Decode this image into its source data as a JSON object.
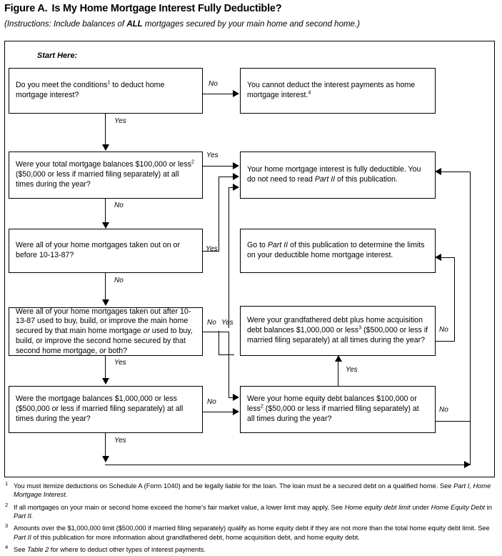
{
  "header": {
    "figure_label": "Figure A.",
    "title": "Is My Home Mortgage Interest Fully Deductible?",
    "instructions_prefix": "(Instructions: Include balances of ",
    "instructions_bold": "ALL",
    "instructions_suffix": " mortgages secured by your main home and second home.)"
  },
  "flowchart": {
    "start_label": "Start Here:",
    "boxes": {
      "q1": "Do you meet the conditions<sup>1</sup> to deduct home mortgage interest?",
      "t1": "You cannot deduct the interest payments as home mortgage interest.<sup>4</sup>",
      "q2": "Were your total mortgage balances $100,000 or less<sup>2</sup> ($50,000 or less if married filing separately) at all times during the year?",
      "t2": "Your home mortgage interest is fully deductible. You do not need to read <i>Part II</i> of this publication.",
      "q3": "Were all of your home mortgages taken out on or before 10-13-87?",
      "t3": "Go to <i>Part II</i> of this publication to determine the limits on your deductible home mortgage interest.",
      "q4": "Were all of your home mortgages taken out after 10-13-87 used to buy, build, or improve the main home secured by that main home mortgage <i>or</i> used to buy, build, or improve the second home secured by that second home mortgage, <i>or</i> both?",
      "q5": "Were your grandfathered debt plus home acquisition debt balances $1,000,000 or less<sup>3</sup> ($500,000 or less if married filing separately) at all times during the year?",
      "q6": "Were the mortgage balances $1,000,000 or less ($500,000 or less if married filing separately) at all times during the year?",
      "q7": "Were your home equity debt balances $100,000 or less<sup>2</sup> ($50,000 or less if married filing separately) at all times during the year?"
    },
    "edges": {
      "q1_no": "No",
      "q1_yes": "Yes",
      "q2_yes": "Yes",
      "q2_no": "No",
      "q3_yes": "Yes",
      "q3_no": "No",
      "q4_no": "No",
      "q4_yes": "Yes",
      "q5_yes": "Yes",
      "q5_no": "No",
      "q6_no": "No",
      "q6_yes": "Yes",
      "q7_yes": "Yes",
      "q7_no": "No"
    }
  },
  "footnotes": [
    {
      "marker": "1",
      "html": "You must itemize deductions on Schedule A (Form 1040) and be legally liable for the loan. The loan must be a secured debt on a qualified home. See <i>Part I, Home Mortgage Interest.</i>"
    },
    {
      "marker": "2",
      "html": "If all mortgages on your main or second home exceed the home&rsquo;s fair market value, a lower limit may apply. See <i>Home equity debt limit</i> under <i>Home Equity Debt</i> in <i>Part II.</i>"
    },
    {
      "marker": "3",
      "html": "Amounts over the $1,000,000 limit ($500,000 if married filing separately) qualify as home equity debt if they are not more than the total home equity debt limit. See <i>Part II</i> of this publication for more information about grandfathered debt, home acquisition debt, and home equity debt."
    },
    {
      "marker": "4",
      "html": "See <i>Table 2</i> for where to deduct other types of interest payments."
    }
  ]
}
